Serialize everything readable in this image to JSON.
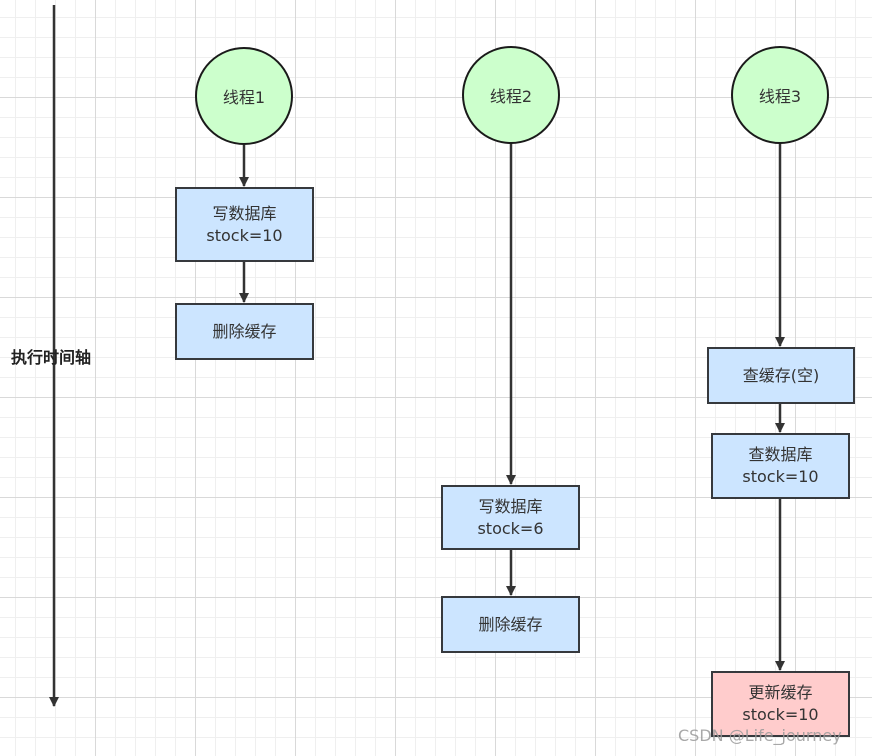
{
  "axis": {
    "label": "执行时间轴"
  },
  "threads": [
    {
      "name": "线程1",
      "steps": [
        {
          "lines": [
            "写数据库",
            "stock=10"
          ]
        },
        {
          "lines": [
            "删除缓存"
          ]
        }
      ]
    },
    {
      "name": "线程2",
      "steps": [
        {
          "lines": [
            "写数据库",
            "stock=6"
          ]
        },
        {
          "lines": [
            "删除缓存"
          ]
        }
      ]
    },
    {
      "name": "线程3",
      "steps": [
        {
          "lines": [
            "查缓存(空)"
          ]
        },
        {
          "lines": [
            "查数据库",
            "stock=10"
          ]
        },
        {
          "lines": [
            "更新缓存",
            "stock=10"
          ],
          "color": "#ffcccc"
        }
      ]
    }
  ],
  "colors": {
    "thread_fill": "#ccffcc",
    "step_fill": "#cce5ff",
    "update_fill": "#ffcccc",
    "stroke": "#36393d"
  },
  "watermark": "CSDN @Life_journey"
}
